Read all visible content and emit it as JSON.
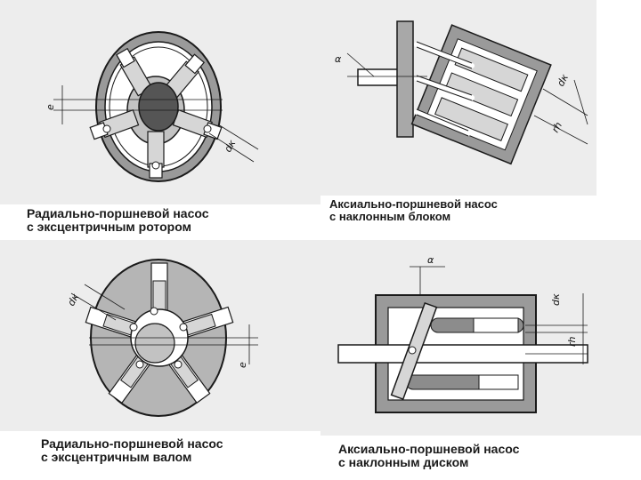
{
  "panels": [
    {
      "id": "radial-eccentric-rotor",
      "caption_line1": "Радиально-поршневой насос",
      "caption_line2": "с эксцентричным ротором",
      "labels": {
        "e": "e",
        "dk": "dк"
      }
    },
    {
      "id": "axial-inclined-block",
      "caption_line1": "Аксиально-поршневой насос",
      "caption_line2": "с наклонным блоком",
      "labels": {
        "alpha": "α",
        "dk": "dк",
        "rh": "rh"
      }
    },
    {
      "id": "radial-eccentric-shaft",
      "caption_line1": "Радиально-поршневой насос",
      "caption_line2": "с эксцентричным валом",
      "labels": {
        "dk": "dк",
        "e": "e"
      }
    },
    {
      "id": "axial-inclined-disc",
      "caption_line1": "Аксиально-поршневой насос",
      "caption_line2": "с наклонным диском",
      "labels": {
        "alpha": "α",
        "dk": "dк",
        "rh": "rh"
      }
    }
  ],
  "colors": {
    "gray_dark": "#8c8c8c",
    "gray_mid": "#b5b5b5",
    "gray_light": "#d6d6d6",
    "paper": "#ededed",
    "line": "#1a1a1a"
  }
}
